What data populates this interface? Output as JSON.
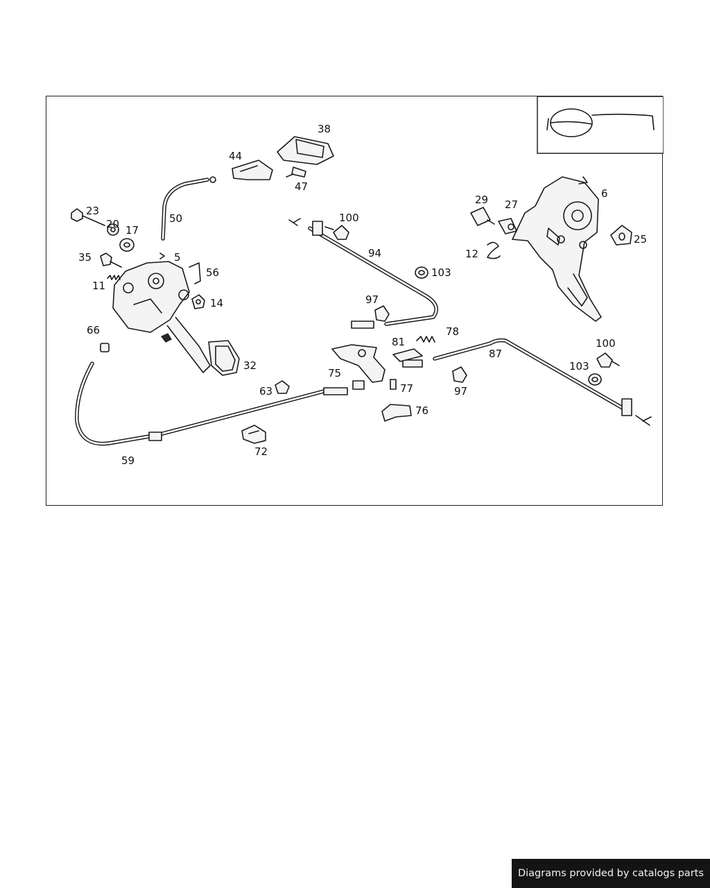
{
  "diagram": {
    "part_labels": [
      {
        "id": "p38",
        "text": "38"
      },
      {
        "id": "p44",
        "text": "44"
      },
      {
        "id": "p47",
        "text": "47"
      },
      {
        "id": "p23",
        "text": "23"
      },
      {
        "id": "p50",
        "text": "50"
      },
      {
        "id": "p20",
        "text": "20"
      },
      {
        "id": "p17",
        "text": "17"
      },
      {
        "id": "p100a",
        "text": "100"
      },
      {
        "id": "p29",
        "text": "29"
      },
      {
        "id": "p27",
        "text": "27"
      },
      {
        "id": "p6",
        "text": "6"
      },
      {
        "id": "p25",
        "text": "25"
      },
      {
        "id": "p35",
        "text": "35"
      },
      {
        "id": "p5",
        "text": "5"
      },
      {
        "id": "p94",
        "text": "94"
      },
      {
        "id": "p12",
        "text": "12"
      },
      {
        "id": "p56",
        "text": "56"
      },
      {
        "id": "p103a",
        "text": "103"
      },
      {
        "id": "p11",
        "text": "11"
      },
      {
        "id": "p14",
        "text": "14"
      },
      {
        "id": "p97a",
        "text": "97"
      },
      {
        "id": "p66",
        "text": "66"
      },
      {
        "id": "p78",
        "text": "78"
      },
      {
        "id": "p81",
        "text": "81"
      },
      {
        "id": "p100b",
        "text": "100"
      },
      {
        "id": "p87",
        "text": "87"
      },
      {
        "id": "p32",
        "text": "32"
      },
      {
        "id": "p75",
        "text": "75"
      },
      {
        "id": "p103b",
        "text": "103"
      },
      {
        "id": "p63",
        "text": "63"
      },
      {
        "id": "p77",
        "text": "77"
      },
      {
        "id": "p97b",
        "text": "97"
      },
      {
        "id": "p76",
        "text": "76"
      },
      {
        "id": "p72",
        "text": "72"
      },
      {
        "id": "p59",
        "text": "59"
      }
    ]
  },
  "footer": {
    "text": "Diagrams provided by catalogs parts"
  }
}
